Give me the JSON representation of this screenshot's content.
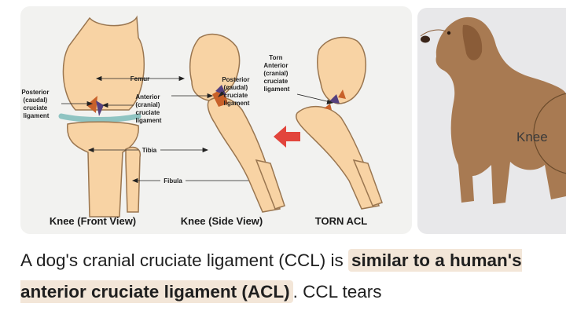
{
  "diagram": {
    "labels": {
      "femur": "Femur",
      "posterior_front": [
        "Posterior",
        "(caudal)",
        "cruciate",
        "ligament"
      ],
      "anterior_front": [
        "Anterior",
        "(cranial)",
        "cruciate",
        "ligament"
      ],
      "posterior_side": [
        "Posterior",
        "(caudal)",
        "cruciate",
        "ligament"
      ],
      "torn_anterior": [
        "Torn",
        "Anterior",
        "(cranial)",
        "cruciate",
        "ligament"
      ],
      "tibia": "Tibia",
      "fibula": "Fibula"
    },
    "captions": {
      "front": "Knee (Front View)",
      "side": "Knee (Side View)",
      "torn": "TORN ACL"
    },
    "colors": {
      "bone": "#f8d3a4",
      "bone_outline": "#9a7650",
      "cartilage": "#8fc4c2",
      "acl": "#c8612a",
      "pcl": "#55407e",
      "arrow": "#e2453c"
    }
  },
  "dog_image": {
    "knee_label": "Knee"
  },
  "caption": {
    "before": "A dog's cranial cruciate ligament (CCL) is ",
    "highlight": "similar to a human's anterior cruciate ligament (ACL)",
    "after": ". CCL tears"
  }
}
